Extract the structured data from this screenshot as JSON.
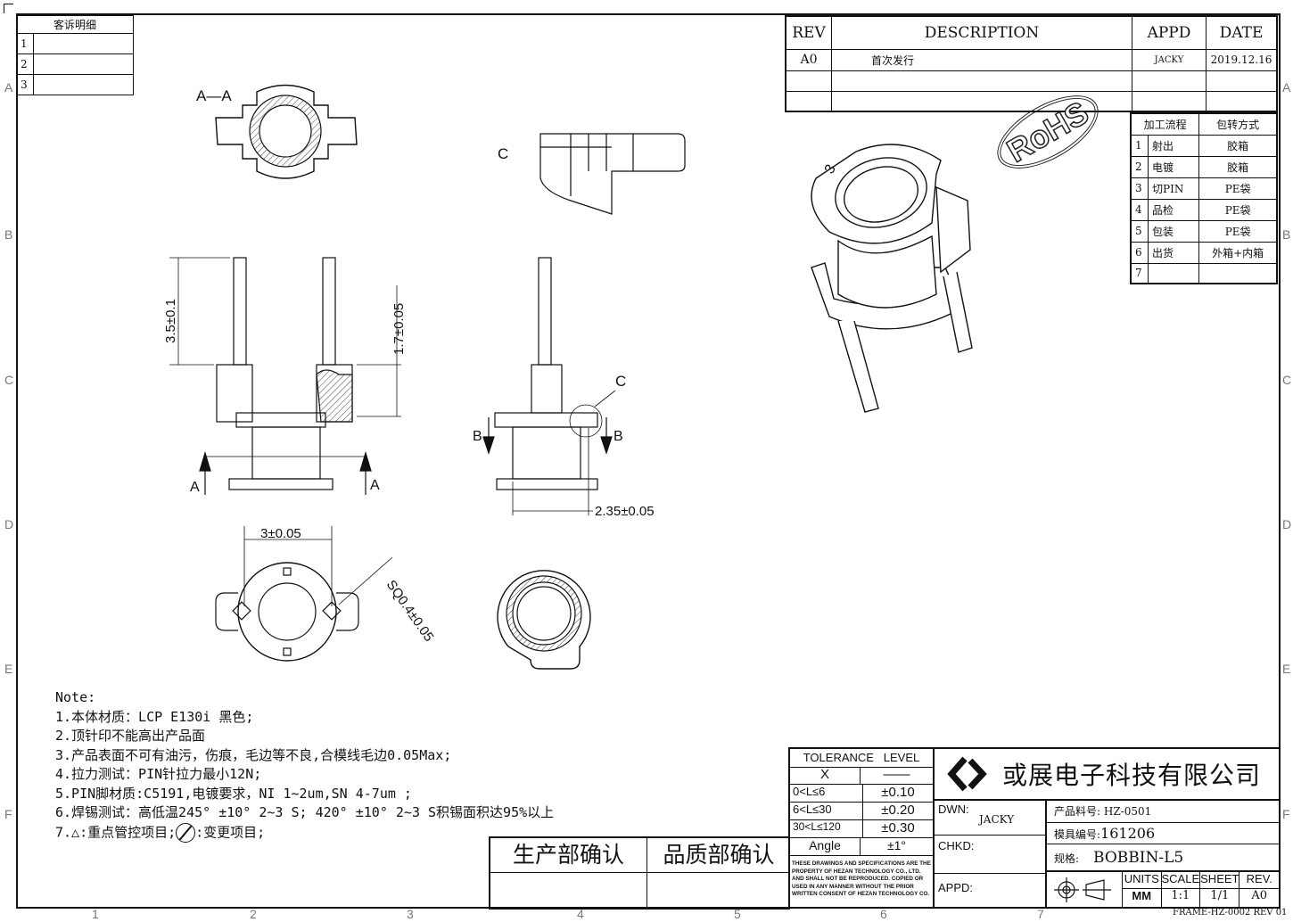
{
  "zones": {
    "left": [
      "A",
      "B",
      "C",
      "D",
      "E",
      "F"
    ],
    "bottom": [
      "1",
      "2",
      "3",
      "4",
      "5",
      "6",
      "7"
    ]
  },
  "complaint_table": {
    "title": "客诉明细",
    "rows": [
      "1",
      "2",
      "3"
    ]
  },
  "revision_table": {
    "headers": [
      "REV",
      "DESCRIPTION",
      "APPD",
      "DATE"
    ],
    "rows": [
      {
        "rev": "A0",
        "description": "首次发行",
        "appd": "JACKY",
        "date": "2019.12.16"
      }
    ]
  },
  "rohs_stamp": "RoHS",
  "process_table": {
    "headers": [
      "加工流程",
      "包转方式"
    ],
    "rows": [
      {
        "no": "1",
        "step": "射出",
        "pack": "胶箱"
      },
      {
        "no": "2",
        "step": "电镀",
        "pack": "胶箱"
      },
      {
        "no": "3",
        "step": "切PIN",
        "pack": "PE袋"
      },
      {
        "no": "4",
        "step": "品检",
        "pack": "PE袋"
      },
      {
        "no": "5",
        "step": "包装",
        "pack": "PE袋"
      },
      {
        "no": "6",
        "step": "出货",
        "pack": "外箱+内箱"
      },
      {
        "no": "7",
        "step": "",
        "pack": ""
      }
    ]
  },
  "drawing_labels": {
    "section_aa": "A—A",
    "detail_c": "C",
    "dim_pin_length": "3.5±0.1",
    "dim_body_height": "1.7±0.05",
    "dim_flange": "2.35±0.05",
    "dim_pin_pitch": "3±0.05",
    "dim_pin_square": "SQ0.4±0.05",
    "section_a": "A",
    "section_b": "B",
    "callout_c": "C",
    "iso_mark": "3"
  },
  "notes": [
    "Note:",
    "1.本体材质：LCP E130i 黑色;",
    "2.顶针印不能高出产品面",
    "3.产品表面不可有油污，伤痕，毛边等不良,合模线毛边0.05Max;",
    "4.拉力测试：PIN针拉力最小12N;",
    "5.PIN脚材质:C5191,电镀要求，NI 1~2um,SN  4-7um ;",
    "6.焊锡测试：高低温245° ±10° 2~3 S; 420° ±10° 2~3 S积锡面积达95%以上",
    "7.△:重点管控项目;",
    ":变更项目;"
  ],
  "confirm": {
    "production": "生产部确认",
    "quality": "品质部确认"
  },
  "tolerance": {
    "title": "TOLERANCE   LEVEL",
    "rows": [
      {
        "range": "X",
        "value": "——"
      },
      {
        "range": "0<L≤6",
        "value": "±0.10"
      },
      {
        "range": "6<L≤30",
        "value": "±0.20"
      },
      {
        "range": "30<L≤120",
        "value": "±0.30"
      },
      {
        "range": "Angle",
        "value": "±1°"
      }
    ],
    "disclaimer": "THESE DRAWINGS AND SPECIFICATIONS ARE THE PROPERTY OF HEZAN TECHNOLOGY CO., LTD. AND SHALL NOT BE REPRODUCED. COPIED OR USED IN ANY MANNER WITHOUT THE PRIOR WRITTEN CONSENT OF HEZAN TECHNOLOGY CO."
  },
  "title_block": {
    "company": "或展电子科技有限公司",
    "dwn_label": "DWN:",
    "dwn_value": "JACKY",
    "chkd_label": "CHKD:",
    "appd_label": "APPD:",
    "part_no": "产品料号: HZ-0501",
    "mold_label": "模具编号:",
    "mold_value": "161206",
    "spec_label": "规格:",
    "spec_value": "BOBBIN-L5",
    "units_label": "UNITS",
    "units_value": "MM",
    "scale_label": "SCALE",
    "scale_value": "1:1",
    "sheet_label": "SHEET",
    "sheet_value": "1/1",
    "rev_label": "REV.",
    "rev_value": "A0",
    "frame": "FRAME-HZ-0002 REV 01"
  }
}
